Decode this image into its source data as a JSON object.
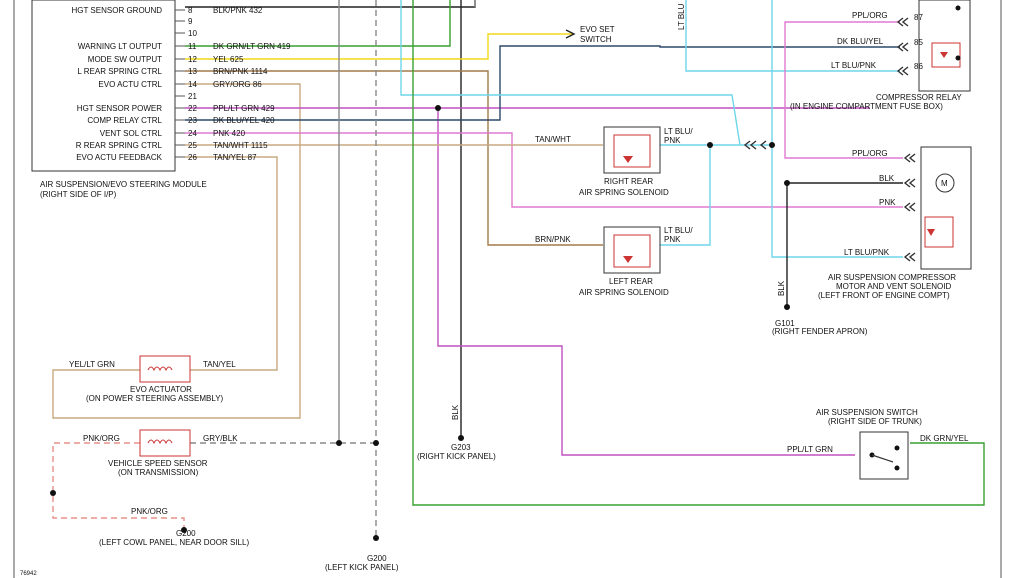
{
  "colors": {
    "black": "#222222",
    "pink": "#e07ad0",
    "violet": "#c050c0",
    "lightblue": "#6fd6ea",
    "yellow": "#f0d81a",
    "green": "#3aa030",
    "tan": "#c9a882",
    "brown": "#a27a4a",
    "darkblue": "#2c4a6a",
    "gray": "#888888",
    "salmon": "#e89088",
    "component": "#cc3333"
  },
  "module": {
    "pin_labels": [
      "HGT SENSOR GROUND",
      "",
      "",
      "WARNING LT OUTPUT",
      "MODE SW OUTPUT",
      "L REAR SPRING CTRL",
      "EVO ACTU CTRL",
      "",
      "HGT SENSOR POWER",
      "COMP RELAY CTRL",
      "VENT SOL CTRL",
      "R REAR SPRING CTRL",
      "EVO ACTU FEEDBACK"
    ],
    "pin_numbers": [
      "8",
      "9",
      "10",
      "11",
      "12",
      "13",
      "14",
      "21",
      "22",
      "23",
      "24",
      "25",
      "26"
    ],
    "wire_labels": [
      "BLK/PNK 432",
      "",
      "",
      "DK GRN/LT GRN 419",
      "YEL 625",
      "BRN/PNK 1114",
      "GRY/ORG 86",
      "",
      "PPL/LT GRN 429",
      "DK BLU/YEL 420",
      "PNK 420",
      "TAN/WHT 1115",
      "TAN/YEL 87"
    ],
    "name": "AIR SUSPENSION/EVO STEERING MODULE",
    "location": "(RIGHT SIDE OF I/P)"
  },
  "evo_switch": {
    "line1": "EVO SET",
    "line2": "SWITCH"
  },
  "relay": {
    "pin_wires": [
      "PPL/ORG",
      "DK BLU/YEL",
      "LT BLU/PNK"
    ],
    "pins": [
      "87",
      "85",
      "86"
    ],
    "name": "COMPRESSOR RELAY",
    "location": "(IN ENGINE COMPARTMENT FUSE BOX)"
  },
  "right_solenoid": {
    "in_wire": "TAN/WHT",
    "out_wire_1": "LT BLU/",
    "out_wire_2": "PNK",
    "name": "RIGHT REAR",
    "name2": "AIR SPRING SOLENOID"
  },
  "left_solenoid": {
    "in_wire": "BRN/PNK",
    "out_wire_1": "LT BLU/",
    "out_wire_2": "PNK",
    "name": "LEFT REAR",
    "name2": "AIR SPRING SOLENOID"
  },
  "vertical_lt_blu": "LT BLU",
  "compressor": {
    "wires": [
      "PPL/ORG",
      "BLK",
      "PNK",
      "LT BLU/PNK"
    ],
    "motor_symbol": "M",
    "name": "AIR SUSPENSION COMPRESSOR",
    "name2": "MOTOR AND VENT SOLENOID",
    "location": "(LEFT FRONT OF ENGINE COMPT)"
  },
  "g101": {
    "wire": "BLK",
    "name": "G101",
    "location": "(RIGHT FENDER APRON)"
  },
  "evo_actuator": {
    "left_wire": "YEL/LT GRN",
    "right_wire": "TAN/YEL",
    "name": "EVO ACTUATOR",
    "location": "(ON POWER STEERING ASSEMBLY)"
  },
  "speed_sensor": {
    "left_wire": "PNK/ORG",
    "right_wire": "GRY/BLK",
    "name": "VEHICLE SPEED SENSOR",
    "location": "(ON TRANSMISSION)"
  },
  "g200_cowl": {
    "wire": "PNK/ORG",
    "name": "G200",
    "location": "(LEFT COWL PANEL, NEAR DOOR SILL)"
  },
  "g200_kick": {
    "name": "G200",
    "location": "(LEFT KICK PANEL)"
  },
  "g203": {
    "wire": "BLK",
    "name": "G203",
    "location": "(RIGHT KICK PANEL)"
  },
  "air_switch": {
    "name": "AIR SUSPENSION SWITCH",
    "location": "(RIGHT SIDE OF TRUNK)",
    "left_wire": "PPL/LT GRN",
    "right_wire": "DK GRN/YEL"
  },
  "diagram_id": "76942"
}
